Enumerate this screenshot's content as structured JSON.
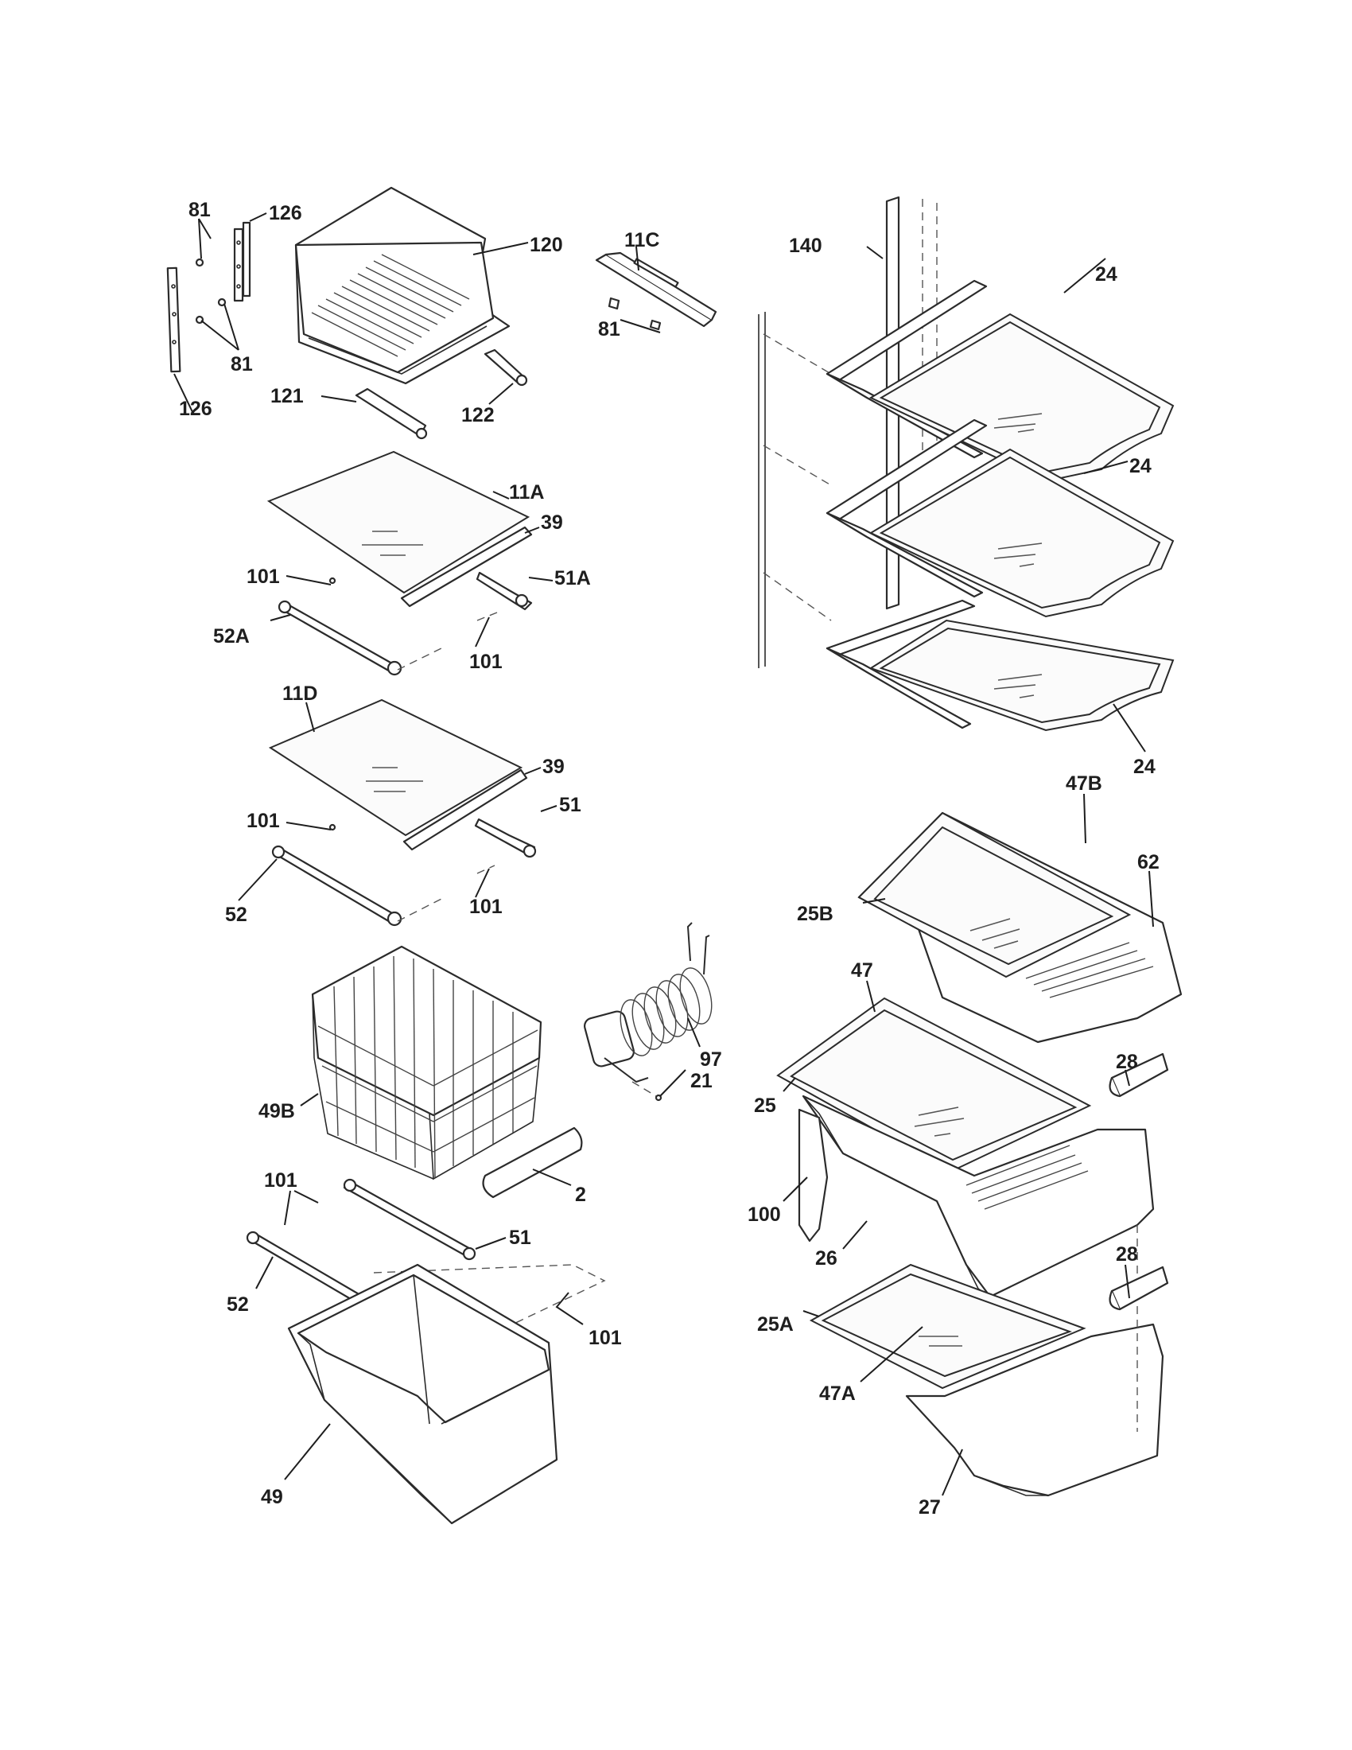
{
  "labels": [
    {
      "id": "126",
      "name": "label-126-top"
    },
    {
      "id": "81",
      "name": "label-81-top"
    },
    {
      "id": "81",
      "name": "label-81-mid"
    },
    {
      "id": "126",
      "name": "label-126-bottom"
    },
    {
      "id": "120",
      "name": "label-120"
    },
    {
      "id": "121",
      "name": "label-121"
    },
    {
      "id": "122",
      "name": "label-122"
    },
    {
      "id": "11C",
      "name": "label-11c"
    },
    {
      "id": "81",
      "name": "label-81-11c"
    },
    {
      "id": "140",
      "name": "label-140"
    },
    {
      "id": "24",
      "name": "label-24-top"
    },
    {
      "id": "24",
      "name": "label-24-mid"
    },
    {
      "id": "24",
      "name": "label-24-bottom"
    },
    {
      "id": "11A",
      "name": "label-11a"
    },
    {
      "id": "39",
      "name": "label-39-a"
    },
    {
      "id": "101",
      "name": "label-101-a-left"
    },
    {
      "id": "51A",
      "name": "label-51a"
    },
    {
      "id": "52A",
      "name": "label-52a"
    },
    {
      "id": "101",
      "name": "label-101-a-right"
    },
    {
      "id": "11D",
      "name": "label-11d"
    },
    {
      "id": "39",
      "name": "label-39-d"
    },
    {
      "id": "101",
      "name": "label-101-d-left"
    },
    {
      "id": "51",
      "name": "label-51-d"
    },
    {
      "id": "52",
      "name": "label-52-d"
    },
    {
      "id": "101",
      "name": "label-101-d-right"
    },
    {
      "id": "47B",
      "name": "label-47b"
    },
    {
      "id": "62",
      "name": "label-62"
    },
    {
      "id": "25B",
      "name": "label-25b"
    },
    {
      "id": "97",
      "name": "label-97"
    },
    {
      "id": "21",
      "name": "label-21"
    },
    {
      "id": "47",
      "name": "label-47"
    },
    {
      "id": "28",
      "name": "label-28-top"
    },
    {
      "id": "49B",
      "name": "label-49b"
    },
    {
      "id": "25",
      "name": "label-25"
    },
    {
      "id": "2",
      "name": "label-2"
    },
    {
      "id": "100",
      "name": "label-100"
    },
    {
      "id": "101",
      "name": "label-101-bin-left"
    },
    {
      "id": "51",
      "name": "label-51-bin"
    },
    {
      "id": "26",
      "name": "label-26"
    },
    {
      "id": "28",
      "name": "label-28-bottom"
    },
    {
      "id": "52",
      "name": "label-52-bin"
    },
    {
      "id": "25A",
      "name": "label-25a"
    },
    {
      "id": "101",
      "name": "label-101-bin-right"
    },
    {
      "id": "47A",
      "name": "label-47a"
    },
    {
      "id": "49",
      "name": "label-49"
    },
    {
      "id": "27",
      "name": "label-27"
    }
  ]
}
